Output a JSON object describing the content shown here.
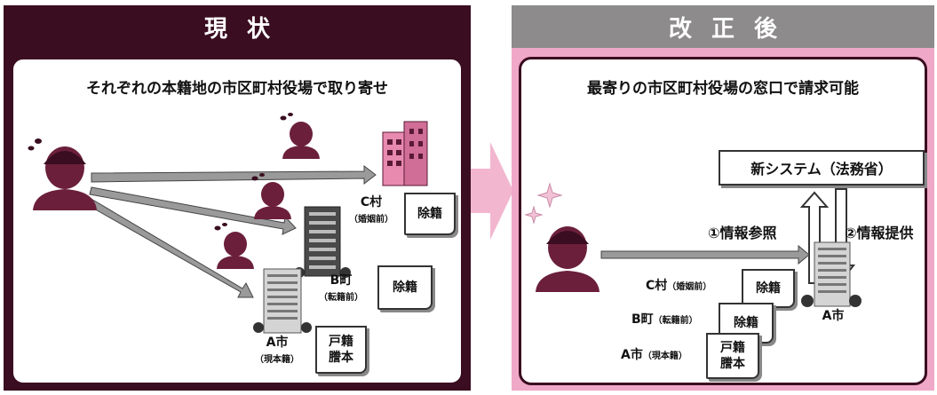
{
  "left": {
    "header": "現状",
    "caption": "それぞれの本籍地の市区町村役場で取り寄せ",
    "towns": {
      "c": {
        "name": "C村",
        "note": "（婚姻前）",
        "doc": "除籍"
      },
      "b": {
        "name": "B町",
        "note": "（転籍前）",
        "doc": "除籍"
      },
      "a": {
        "name": "A市",
        "note": "（現本籍）",
        "doc_line1": "戸籍",
        "doc_line2": "謄本"
      }
    }
  },
  "right": {
    "header": "改正後",
    "caption": "最寄りの市区町村役場の窓口で請求可能",
    "system": "新システム（法務省）",
    "flow_ref": "①情報参照",
    "flow_provide": "②情報提供",
    "city": "A市",
    "docs": {
      "c": {
        "label": "C村",
        "note": "（婚姻前）",
        "doc": "除籍"
      },
      "b": {
        "label": "B町",
        "note": "（転籍前）",
        "doc": "除籍"
      },
      "a": {
        "label": "A市",
        "note": "（現本籍）",
        "doc_line1": "戸籍",
        "doc_line2": "謄本"
      }
    }
  },
  "colors": {
    "dark_maroon": "#3a0d20",
    "pink": "#f0a8c8",
    "gray_header": "#8d8b8c",
    "person": "#6b1f3a",
    "building_pink": "#e88ab0"
  }
}
